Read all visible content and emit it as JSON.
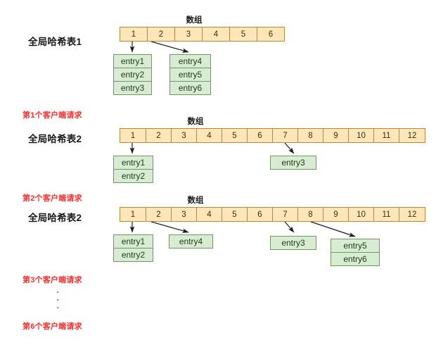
{
  "colors": {
    "array_fill": "#ffe6b8",
    "array_border": "#b8893a",
    "entry_fill": "#d8ecd4",
    "entry_border": "#6f9a5a",
    "request_label": "#ff2d2d",
    "title_text": "#181818",
    "arrow": "#1a1a1a",
    "background": "#ffffff"
  },
  "sections": [
    {
      "id": "hash-table-1",
      "title": "全局哈希表1",
      "array_caption": "数组",
      "request_label": null,
      "cells": [
        "1",
        "2",
        "3",
        "4",
        "5",
        "6"
      ],
      "entry_groups": [
        {
          "id": "group-a",
          "entries": [
            "entry1",
            "entry2",
            "entry3"
          ],
          "from_cell": "1"
        },
        {
          "id": "group-b",
          "entries": [
            "entry4",
            "entry5",
            "entry6"
          ],
          "from_cell": "2"
        }
      ]
    },
    {
      "id": "hash-table-2-step1",
      "title": "全局哈希表2",
      "array_caption": "数组",
      "request_label": "第1个客户端请求",
      "cells": [
        "1",
        "2",
        "3",
        "4",
        "5",
        "6",
        "7",
        "8",
        "9",
        "10",
        "11",
        "12"
      ],
      "entry_groups": [
        {
          "id": "group-a",
          "entries": [
            "entry1",
            "entry2"
          ],
          "from_cell": "1"
        },
        {
          "id": "group-b",
          "entries": [
            "entry3"
          ],
          "from_cell": "7"
        }
      ]
    },
    {
      "id": "hash-table-2-step2",
      "title": "全局哈希表2",
      "array_caption": "数组",
      "request_label": "第2个客户端请求",
      "cells": [
        "1",
        "2",
        "3",
        "4",
        "5",
        "6",
        "7",
        "8",
        "9",
        "10",
        "11",
        "12"
      ],
      "entry_groups": [
        {
          "id": "group-a",
          "entries": [
            "entry1",
            "entry2"
          ],
          "from_cell": "1"
        },
        {
          "id": "group-b",
          "entries": [
            "entry4"
          ],
          "from_cell": "2"
        },
        {
          "id": "group-c",
          "entries": [
            "entry3"
          ],
          "from_cell": "7"
        },
        {
          "id": "group-d",
          "entries": [
            "entry5",
            "entry6"
          ],
          "from_cell": "8"
        }
      ]
    }
  ],
  "footer": {
    "request_label_start": "第3个客户端请求",
    "ellipsis_dots": 3,
    "request_label_end": "第6个客户端请求"
  }
}
